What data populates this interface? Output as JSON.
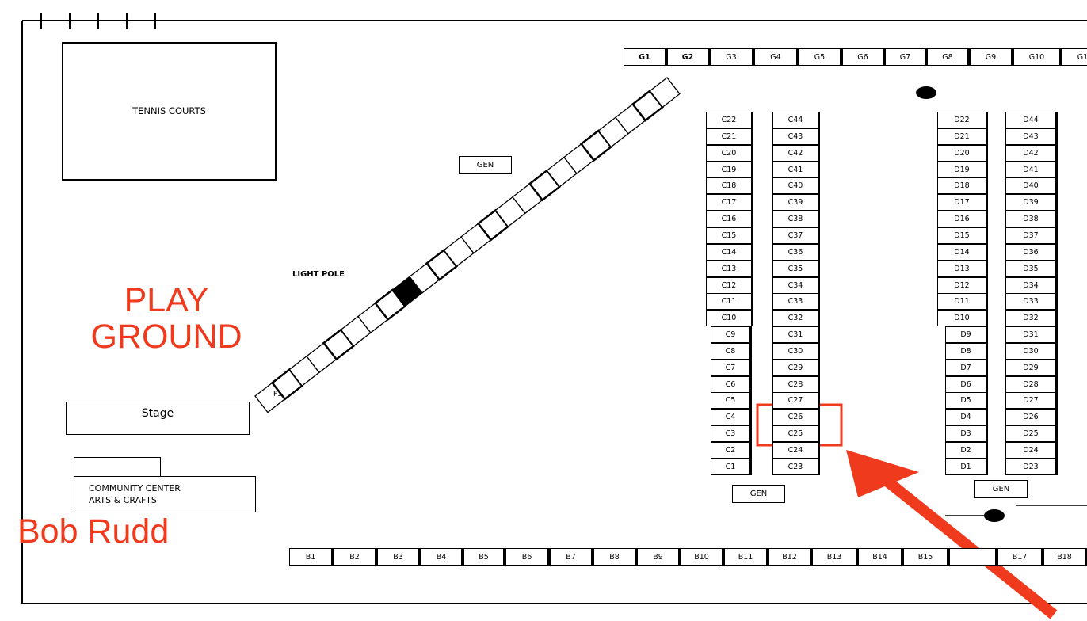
{
  "labels": {
    "tennis_courts": "TENNIS COURTS",
    "light_pole": "LIGHT POLE",
    "play": "PLAY",
    "ground": "GROUND",
    "stage": "Stage",
    "community_line1": "COMMUNITY CENTER",
    "community_line2": "ARTS & CRAFTS",
    "bob_rudd": "Bob Rudd",
    "gen": "GEN",
    "f1": "F1"
  },
  "g_row": [
    "G1",
    "G2",
    "G3",
    "G4",
    "G5",
    "G6",
    "G7",
    "G8",
    "G9",
    "G10",
    "G1"
  ],
  "c_left": [
    "C22",
    "C21",
    "C20",
    "C19",
    "C18",
    "C17",
    "C16",
    "C15",
    "C14",
    "C13",
    "C12",
    "C11",
    "C10",
    "C9",
    "C8",
    "C7",
    "C6",
    "C5",
    "C4",
    "C3",
    "C2",
    "C1"
  ],
  "c_right": [
    "C44",
    "C43",
    "C42",
    "C41",
    "C40",
    "C39",
    "C38",
    "C37",
    "C36",
    "C35",
    "C34",
    "C33",
    "C32",
    "C31",
    "C30",
    "C29",
    "C28",
    "C27",
    "C26",
    "C25",
    "C24",
    "C23"
  ],
  "d_left": [
    "D22",
    "D21",
    "D20",
    "D19",
    "D18",
    "D17",
    "D16",
    "D15",
    "D14",
    "D13",
    "D12",
    "D11",
    "D10",
    "D9",
    "D8",
    "D7",
    "D6",
    "D5",
    "D4",
    "D3",
    "D2",
    "D1"
  ],
  "d_right": [
    "D44",
    "D43",
    "D42",
    "D41",
    "D40",
    "D39",
    "D38",
    "D37",
    "D36",
    "D35",
    "D34",
    "D33",
    "D32",
    "D31",
    "D30",
    "D29",
    "D28",
    "D27",
    "D26",
    "D25",
    "D24",
    "D23"
  ],
  "b_row": [
    "B1",
    "B2",
    "B3",
    "B4",
    "B5",
    "B6",
    "B7",
    "B8",
    "B9",
    "B10",
    "B11",
    "B12",
    "B13",
    "B14",
    "B15",
    "",
    "B17",
    "B18"
  ],
  "highlight": {
    "booths": [
      "C26",
      "C25"
    ],
    "color": "#f03a1e"
  }
}
